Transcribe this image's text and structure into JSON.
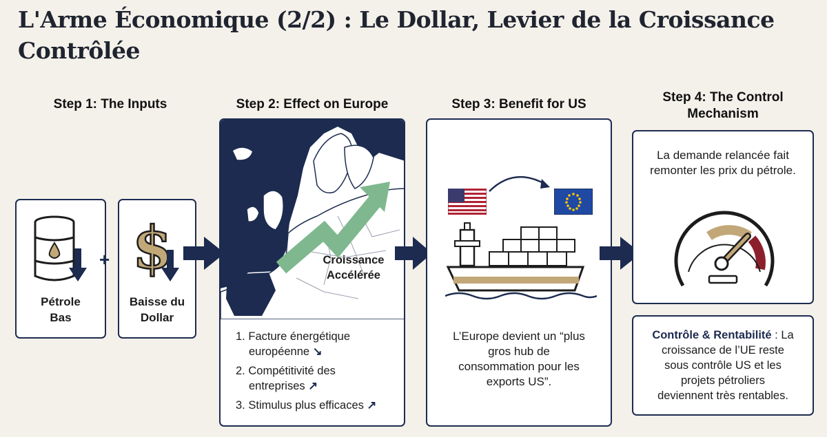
{
  "title": "L'Arme Économique (2/2) : Le Dollar, Levier de la Croissance Contrôlée",
  "steps": {
    "s1": "Step 1: The Inputs",
    "s2": "Step 2: Effect on Europe",
    "s3": "Step 3: Benefit for US",
    "s4": "Step 4: The Control Mechanism"
  },
  "inputs": {
    "oil_line1": "Pétrole",
    "oil_line2": "Bas",
    "plus": "+",
    "dollar_line1": "Baisse du",
    "dollar_line2": "Dollar",
    "dollar_symbol": "$"
  },
  "europe": {
    "growth_line1": "Croissance",
    "growth_line2": "Accélérée",
    "list": [
      {
        "num": "1.",
        "text_a": "Facture énergétique",
        "text_b": "européenne",
        "trend": "↘"
      },
      {
        "num": "2.",
        "text_a": "Compétitivité des",
        "text_b": "entreprises",
        "trend": "↗"
      },
      {
        "num": "3.",
        "text_a": "Stimulus plus efficaces",
        "text_b": "",
        "trend": "↗"
      }
    ]
  },
  "us": {
    "line1": "L’Europe devient un “plus",
    "line2": "gros hub de",
    "line3": "consommation pour les",
    "line4": "exports US”."
  },
  "control": {
    "top_line1": "La demande relancée fait",
    "top_line2": "remonter les prix du pétrole.",
    "key": "Contrôle & Rentabilité",
    "line1_rest": " : La",
    "line2": "croissance de l’UE reste",
    "line3": "sous contrôle US et les",
    "line4": "projets pétroliers",
    "line5": "deviennent très rentables."
  },
  "colors": {
    "navy": "#1c2b4f",
    "gold": "#c2a878",
    "green": "#7fb88e",
    "red": "#8c1f2c",
    "background": "#f4f1ea"
  }
}
